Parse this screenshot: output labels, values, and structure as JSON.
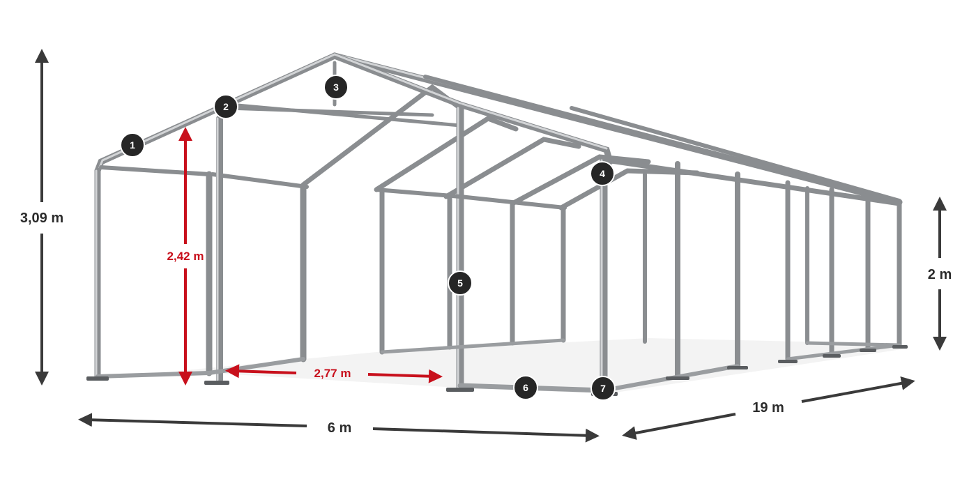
{
  "dimensions": {
    "total_height": "3,09 m",
    "side_height": "2,42 m",
    "bay_spacing": "2,77 m",
    "width": "6 m",
    "length": "19 m",
    "wall_height": "2 m"
  },
  "badges": [
    "1",
    "2",
    "3",
    "4",
    "5",
    "6",
    "7"
  ],
  "colors": {
    "pipe": "#8a8d90",
    "pipe_highlight": "#d2d4d6",
    "arrow_dark": "#3a3a3a",
    "arrow_red": "#c8101c",
    "badge": "#262626"
  }
}
